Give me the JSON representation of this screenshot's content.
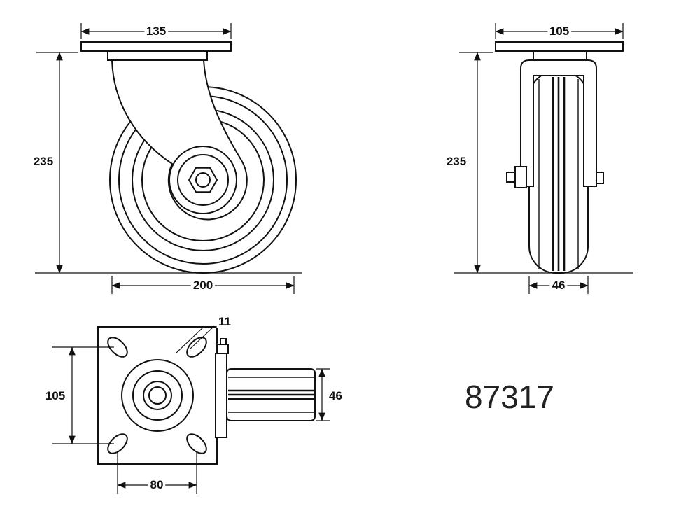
{
  "drawing": {
    "part_number": "87317",
    "front_view": {
      "plate_width": "135",
      "overall_height": "235",
      "wheel_diameter": "200"
    },
    "side_view": {
      "plate_depth": "105",
      "overall_height": "235",
      "wheel_width": "46"
    },
    "top_view": {
      "hole_spacing_vertical": "105",
      "hole_spacing_horizontal": "80",
      "hole_diameter": "11",
      "wheel_width": "46"
    }
  }
}
